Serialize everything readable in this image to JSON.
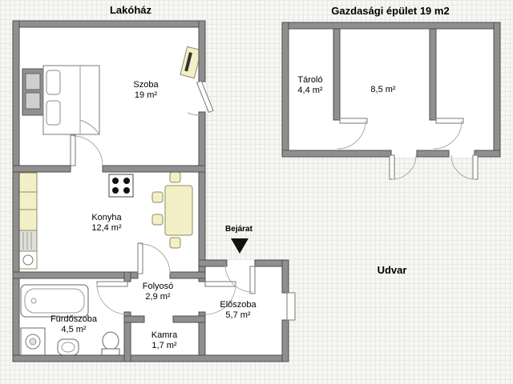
{
  "house": {
    "title": "Lakóház",
    "rooms": {
      "szoba": {
        "name": "Szoba",
        "area": "19 m²"
      },
      "konyha": {
        "name": "Konyha",
        "area": "12,4 m²"
      },
      "folyoso": {
        "name": "Folyosó",
        "area": "2,9 m²"
      },
      "eloszoba": {
        "name": "Előszoba",
        "area": "5,7 m²"
      },
      "furdoszoba": {
        "name": "Fürdőszoba",
        "area": "4,5 m²"
      },
      "kamra": {
        "name": "Kamra",
        "area": "1,7 m²"
      }
    }
  },
  "outbuilding": {
    "title": "Gazdasági épület 19 m2",
    "rooms": {
      "tarolo": {
        "name": "Tároló",
        "area": "4,4 m²"
      },
      "storage": {
        "name": "",
        "area": "8,5 m²"
      }
    }
  },
  "yard": {
    "label": "Udvar"
  },
  "entrance": {
    "label": "Bejárat"
  },
  "colors": {
    "wall": "#8f8f8f",
    "wall_edge": "#4f4f4f",
    "furniture": "#f3efc7",
    "room_floor": "#ffffff",
    "background": "#f7f7f4",
    "grid_line": "#e7e7e3"
  }
}
